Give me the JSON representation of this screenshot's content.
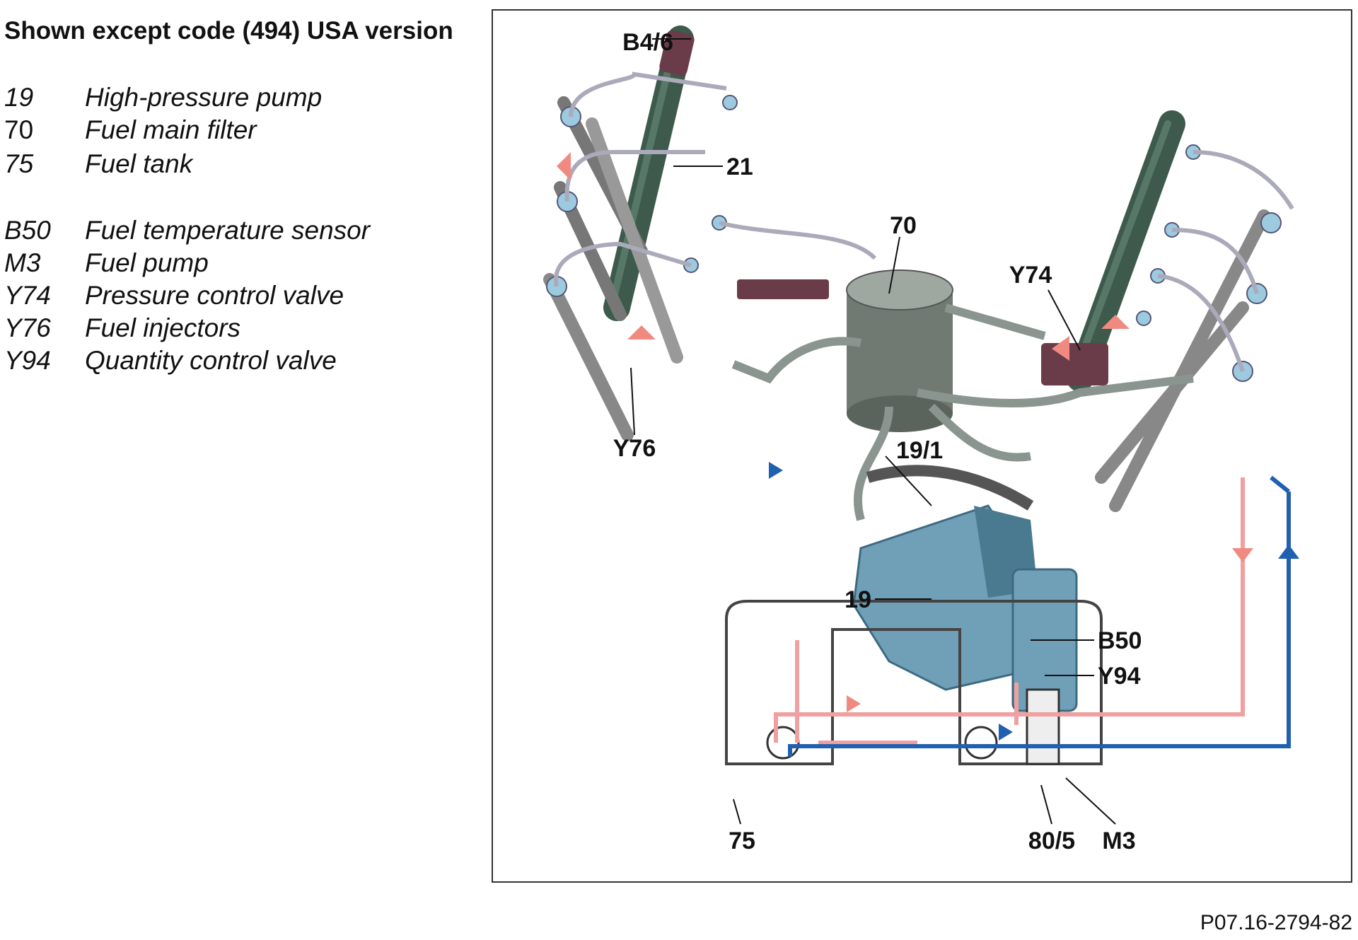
{
  "heading": "Shown except code (494) USA version",
  "legend": [
    {
      "code": "19",
      "desc": "High-pressure pump"
    },
    {
      "code": "70",
      "desc": "Fuel main filter"
    },
    {
      "code": "75",
      "desc": "Fuel tank"
    },
    {
      "code": "B50",
      "desc": "Fuel temperature sensor"
    },
    {
      "code": "M3",
      "desc": "Fuel pump"
    },
    {
      "code": "Y74",
      "desc": "Pressure control valve"
    },
    {
      "code": "Y76",
      "desc": "Fuel injectors"
    },
    {
      "code": "Y94",
      "desc": "Quantity control valve"
    }
  ],
  "callouts": {
    "b4_6": "B4/6",
    "c21": "21",
    "c70": "70",
    "y74": "Y74",
    "y76": "Y76",
    "c19_1": "19/1",
    "c19": "19",
    "b50": "B50",
    "y94": "Y94",
    "c75": "75",
    "c80_5": "80/5",
    "m3": "M3"
  },
  "reference": "P07.16-2794-82",
  "colors": {
    "return_line": "#f0a0a0",
    "supply_line": "#2060b0",
    "component_blue": "#6fa0b8",
    "rail_green": "#4a6a5a"
  }
}
